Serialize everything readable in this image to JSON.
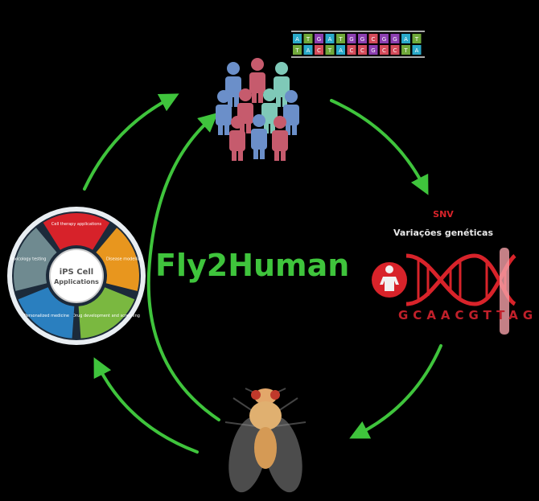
{
  "title": "Fly2Human",
  "variant": {
    "snv_label": "SNV",
    "subtitle": "Variações genéticas",
    "sequence": "GCAACGTTAG"
  },
  "dna_ladder": {
    "top": [
      "A",
      "T",
      "G",
      "A",
      "T",
      "G",
      "G",
      "C",
      "G",
      "G",
      "A",
      "T"
    ],
    "bottom": [
      "T",
      "A",
      "C",
      "T",
      "A",
      "C",
      "C",
      "G",
      "C",
      "C",
      "T",
      "A"
    ]
  },
  "wheel": {
    "center_line1": "iPS Cell",
    "center_line2": "Applications",
    "segments": [
      {
        "label": "Cell therapy applications",
        "color": "#d7222a"
      },
      {
        "label": "Disease modelling",
        "color": "#e8961e"
      },
      {
        "label": "Drug development and screening",
        "color": "#7ab840"
      },
      {
        "label": "Personalized medicine",
        "color": "#2a7fbf"
      },
      {
        "label": "Toxicology testing",
        "color": "#6f8a90"
      }
    ]
  },
  "colors": {
    "arrow": "#3fc43c",
    "accent_red": "#d8232a"
  }
}
